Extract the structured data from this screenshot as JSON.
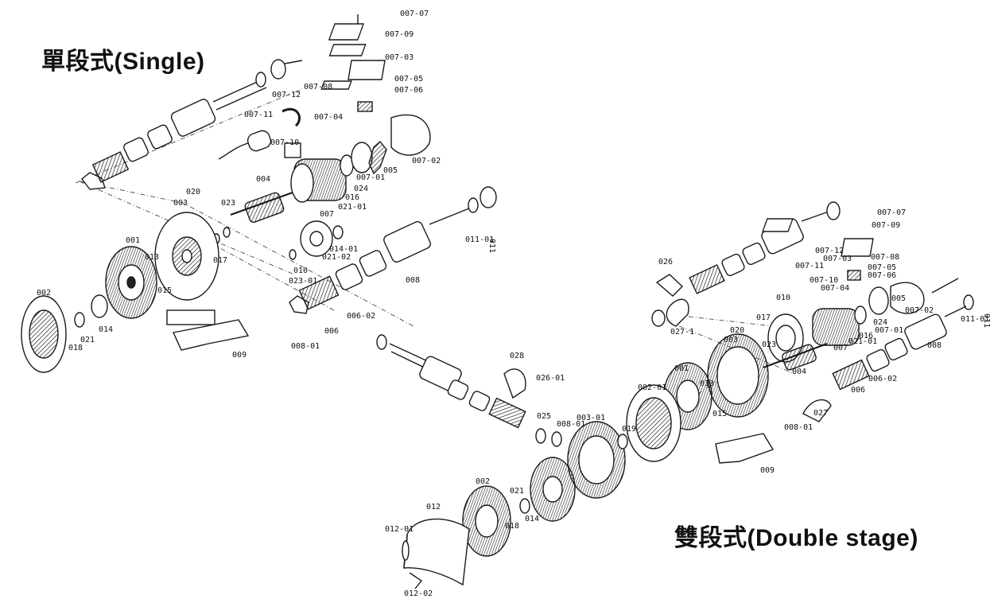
{
  "titles": {
    "single": "單段式(Single)",
    "double": "雙段式(Double stage)"
  },
  "single_labels": [
    "007-07",
    "007-09",
    "007-03",
    "007-05",
    "007-06",
    "007-08",
    "007-04",
    "007-12",
    "007-11",
    "007-10",
    "005",
    "007-02",
    "024",
    "007-01",
    "016",
    "021-01",
    "007",
    "004",
    "020",
    "003",
    "023",
    "017",
    "001",
    "013",
    "015",
    "010",
    "021-02",
    "014-01",
    "023-01",
    "011",
    "011-01",
    "008",
    "006-02",
    "006",
    "008-01",
    "002",
    "018",
    "021",
    "014",
    "009"
  ],
  "double_labels": [
    "026",
    "007-07",
    "007-09",
    "007-03",
    "007-08",
    "007-12",
    "007-11",
    "007-10",
    "007-04",
    "007-05",
    "007-06",
    "005",
    "007-02",
    "024",
    "007-01",
    "016",
    "021-01",
    "007",
    "011-01",
    "011",
    "008",
    "017",
    "010",
    "023",
    "020",
    "003",
    "027-1",
    "004",
    "013",
    "015",
    "001",
    "002-01",
    "006",
    "006-02",
    "027",
    "008-01",
    "009",
    "028",
    "026-01",
    "025",
    "008-01",
    "003-01",
    "019",
    "021",
    "018",
    "014",
    "002",
    "012",
    "012-01",
    "012-02"
  ]
}
